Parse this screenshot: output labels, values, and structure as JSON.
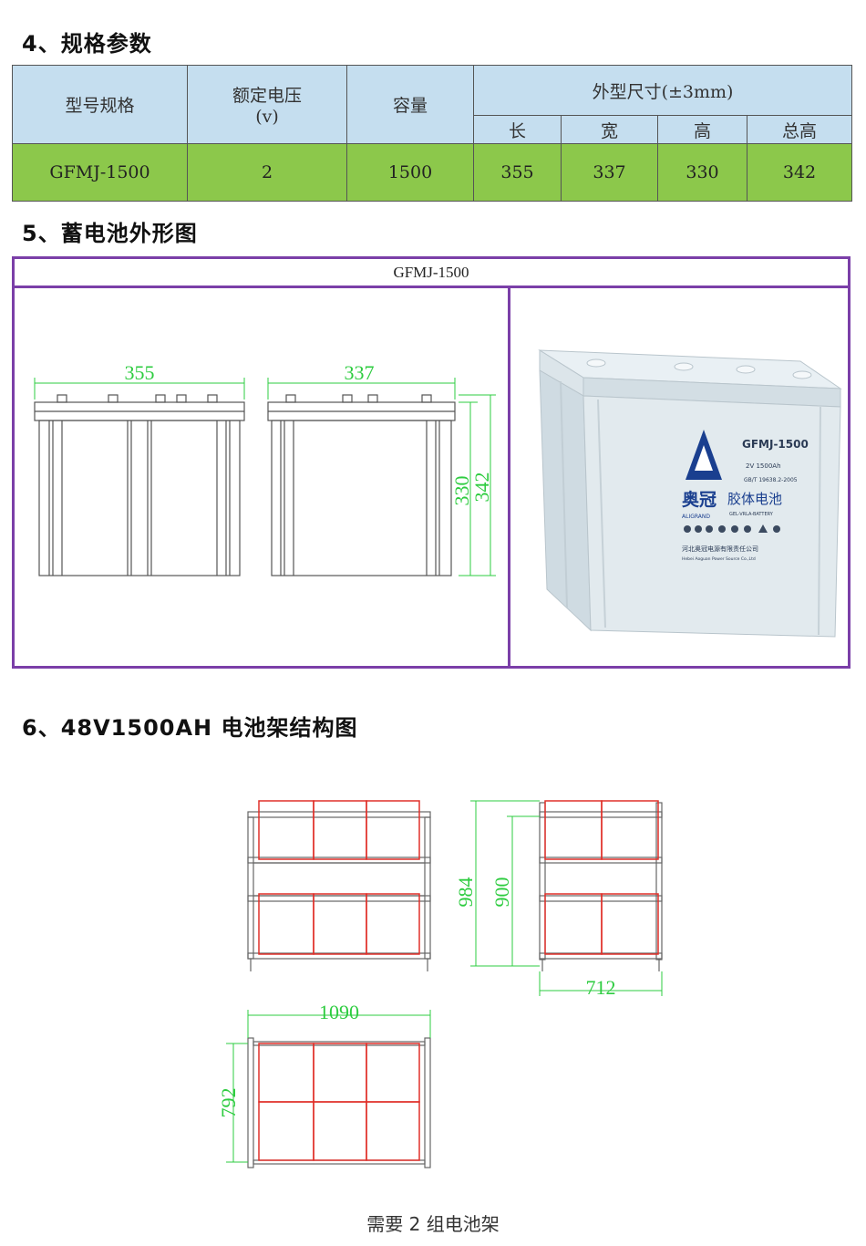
{
  "section4": {
    "title": "4、规格参数"
  },
  "spec_table": {
    "col_model": "型号规格",
    "col_voltage_line1": "额定电压",
    "col_voltage_line2": "(v)",
    "col_capacity": "容量",
    "col_dims": "外型尺寸(±3mm)",
    "col_length": "长",
    "col_width": "宽",
    "col_height": "高",
    "col_total_height": "总高",
    "row": {
      "model": "GFMJ-1500",
      "voltage": "2",
      "capacity": "1500",
      "length": "355",
      "width": "337",
      "height": "330",
      "total_height": "342"
    }
  },
  "section5": {
    "title": "5、蓄电池外形图",
    "frame_title": "GFMJ-1500"
  },
  "battery_drawing": {
    "front_width": "355",
    "side_width": "337",
    "height": "330",
    "total_height": "342"
  },
  "battery_photo": {
    "model": "GFMJ-1500",
    "spec": "2V  1500Ah",
    "standard": "GB/T 19638.2-2005",
    "brand_cn": "奥冠",
    "brand_en": "ALIGRAND",
    "product_cn": "胶体电池",
    "product_en": "GEL-VRLA-BATTERY",
    "maker_cn": "河北奥冠电源有限责任公司",
    "maker_en": "Hebei Aoguan Power Source Co.,Ltd"
  },
  "section6": {
    "title": "6、48V1500AH 电池架结构图"
  },
  "rack_drawing": {
    "height_total": "984",
    "height_inner": "900",
    "depth": "712",
    "length": "1090",
    "width": "792"
  },
  "caption": "需要 2 组电池架",
  "colors": {
    "table_header": "#c5deef",
    "table_values": "#8cc84b",
    "frame": "#7b3fa8",
    "dimension": "#2ecc40",
    "rack_cells": "#e0302a"
  }
}
